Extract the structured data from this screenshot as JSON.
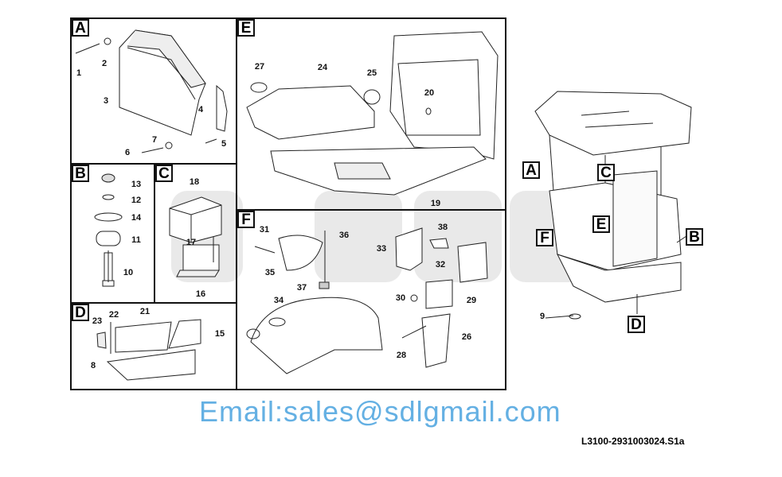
{
  "panels": {
    "A": "A",
    "B": "B",
    "C": "C",
    "D": "D",
    "E": "E",
    "F": "F"
  },
  "callouts": {
    "A": [
      "1",
      "2",
      "3",
      "4",
      "5",
      "6",
      "7"
    ],
    "B": [
      "13",
      "12",
      "14",
      "11",
      "10"
    ],
    "C": [
      "18",
      "17",
      "16"
    ],
    "D": [
      "23",
      "22",
      "21",
      "15",
      "8"
    ],
    "E": [
      "27",
      "24",
      "25",
      "20",
      "19"
    ],
    "F": [
      "31",
      "36",
      "33",
      "38",
      "32",
      "35",
      "37",
      "34",
      "30",
      "29",
      "26",
      "28"
    ],
    "overview": [
      "9"
    ]
  },
  "overview_tags": [
    "A",
    "C",
    "E",
    "F",
    "B",
    "D"
  ],
  "watermark": "Email:sales@sdlgmail.com",
  "drawing_number": "L3100-2931003024.S1a",
  "colors": {
    "watermark": "#4aa3df",
    "line": "#111111",
    "logo": "#e9e9e9"
  }
}
